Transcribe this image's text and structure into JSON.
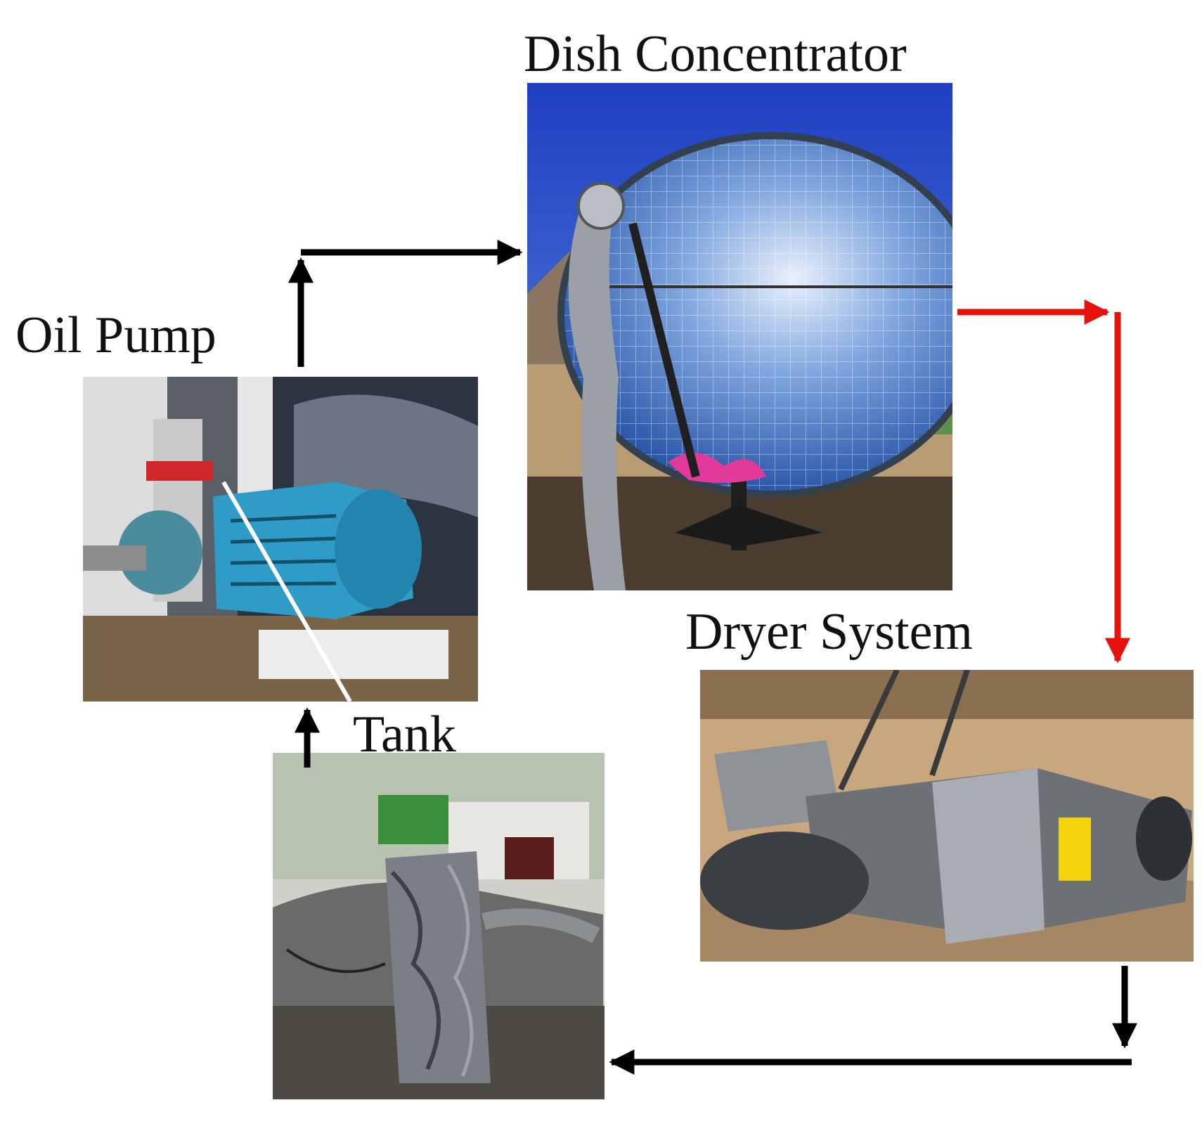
{
  "labels": {
    "dish": "Dish Concentrator",
    "pump": "Oil Pump",
    "dryer": "Dryer System",
    "tank": "Tank"
  },
  "colors": {
    "hot_flow": "#e8120c",
    "cold_flow": "#000000"
  }
}
